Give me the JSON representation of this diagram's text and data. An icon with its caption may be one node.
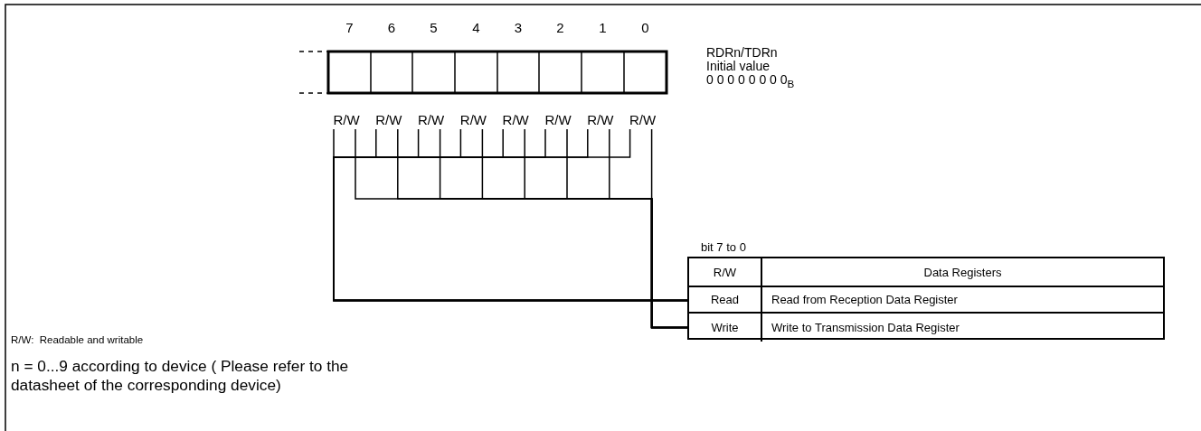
{
  "diagram": {
    "nodes": [
      {
        "text": [
          "R/W"
        ]
      },
      {
        "text": [
          "R/W"
        ]
      },
      {
        "text": [
          "R/W"
        ]
      },
      {
        "text": [
          "R/W"
        ]
      },
      {
        "text": [
          "R/W"
        ]
      },
      {
        "text": [
          "R/W"
        ]
      },
      {
        "text": [
          "R/W"
        ]
      },
      {
        "text": [
          "R/W"
        ]
      },
      {
        "text": [
          "bit 7 to 0"
        ]
      },
      {
        "text": [
          "R/W",
          "Data Registers"
        ],
        "in": 8
      },
      {
        "text": [
          "Read",
          "Read from Reception Data Register"
        ],
        "in": 8
      },
      {
        "text": [
          "Write",
          "Write to Transmission Data Register"
        ],
        "in": 8
      }
    ],
    "edges": [
      {
        "from": 0,
        "to": 10,
        "arrow": "none"
      },
      {
        "from": 1,
        "to": 10,
        "arrow": "none"
      },
      {
        "from": 2,
        "to": 10,
        "arrow": "none"
      },
      {
        "from": 3,
        "to": 10,
        "arrow": "none"
      },
      {
        "from": 4,
        "to": 10,
        "arrow": "none"
      },
      {
        "from": 5,
        "to": 10,
        "arrow": "none"
      },
      {
        "from": 6,
        "to": 10,
        "arrow": "none"
      },
      {
        "from": 7,
        "to": 10,
        "arrow": "none"
      },
      {
        "from": 0,
        "to": 11,
        "arrow": "none"
      },
      {
        "from": 1,
        "to": 11,
        "arrow": "none"
      },
      {
        "from": 2,
        "to": 11,
        "arrow": "none"
      },
      {
        "from": 3,
        "to": 11,
        "arrow": "none"
      },
      {
        "from": 4,
        "to": 11,
        "arrow": "none"
      },
      {
        "from": 5,
        "to": 11,
        "arrow": "none"
      },
      {
        "from": 6,
        "to": 11,
        "arrow": "none"
      },
      {
        "from": 7,
        "to": 11,
        "arrow": "none"
      }
    ],
    "labels": [
      "7",
      "6",
      "5",
      "4",
      "3",
      "2",
      "1",
      "0",
      "RDRn/TDRn",
      "Initial value",
      "0 0 0 0 0 0 0 0$_{B}$",
      "R/W:  Readable and writable",
      "n = 0...9 according to device ( Please refer to the datasheet of the corresponding device)"
    ]
  }
}
